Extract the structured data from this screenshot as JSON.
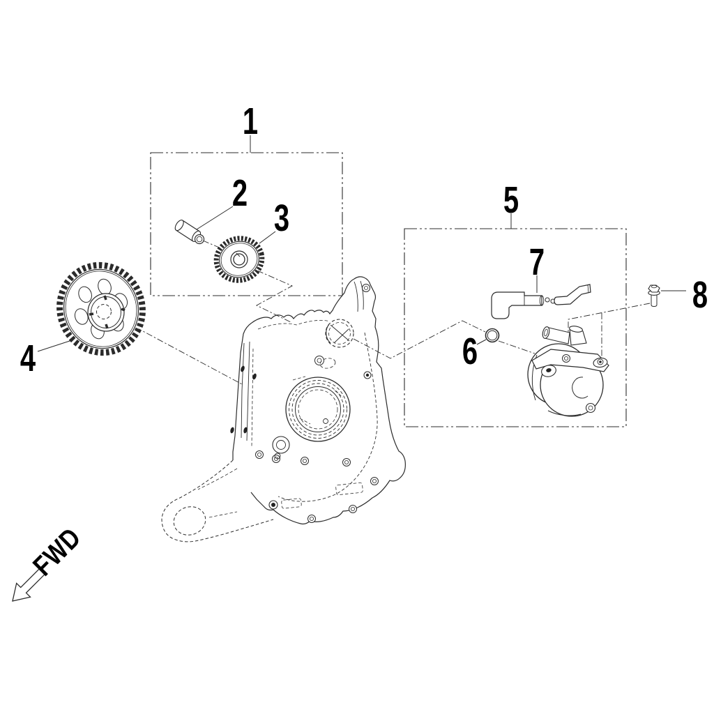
{
  "callouts": {
    "c1": "1",
    "c2": "2",
    "c3": "3",
    "c4": "4",
    "c5": "5",
    "c6": "6",
    "c7": "7",
    "c8": "8"
  },
  "fwd_label": "FWD",
  "colors": {
    "line": "#2b2b2b",
    "label": "#000000",
    "background": "#ffffff"
  }
}
